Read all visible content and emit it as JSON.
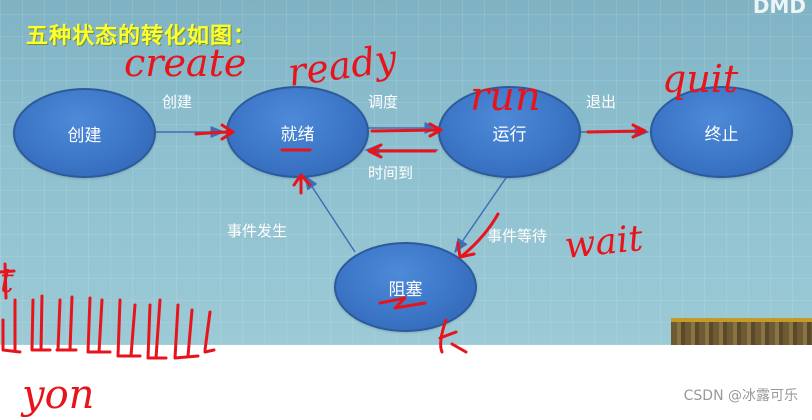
{
  "title": "五种状态的转化如图：",
  "corner_watermark": "DMD",
  "credit": "CSDN @冰露可乐",
  "states": {
    "create": "创建",
    "ready": "就绪",
    "run": "运行",
    "terminate": "终止",
    "blocked": "阻塞"
  },
  "edges": {
    "create_to_ready": "创建",
    "ready_to_run": "调度",
    "run_to_ready": "时间到",
    "run_to_terminate": "退出",
    "run_to_blocked": "事件等待",
    "blocked_to_ready": "事件发生"
  },
  "handwritten": {
    "create": "create",
    "ready": "ready",
    "run": "run",
    "quit": "quit",
    "wait": "wait",
    "t": "t",
    "yon": "yon"
  },
  "colors": {
    "background": "#8ec0cf",
    "state_fill": "#3a73c4",
    "title": "#ffff2a",
    "annotation": "#e8141c",
    "arrow": "#3d6fb5"
  }
}
